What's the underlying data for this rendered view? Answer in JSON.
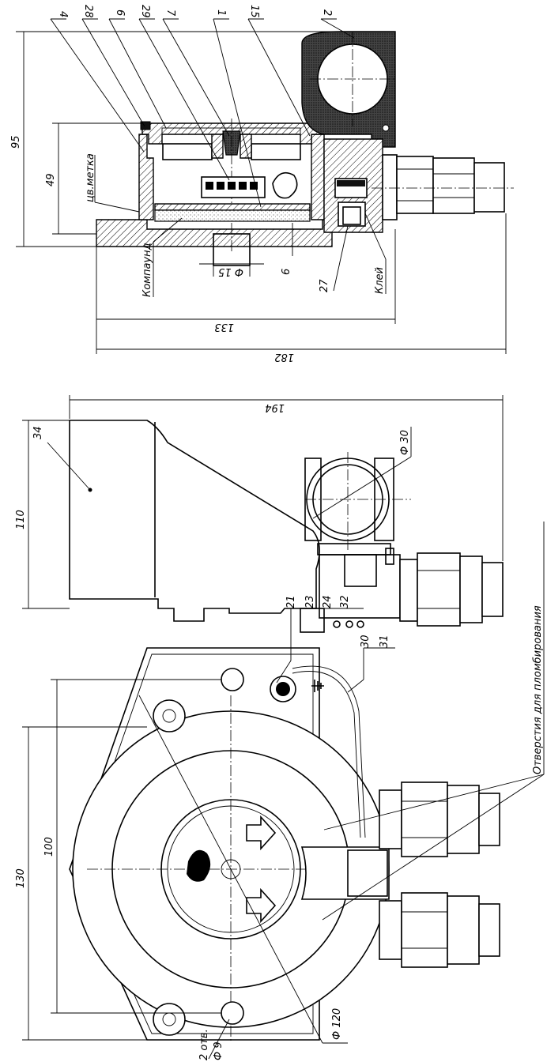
{
  "colors": {
    "ink": "#000000",
    "paper": "#ffffff"
  },
  "view_top": {
    "callouts": [
      "4",
      "28",
      "6",
      "29",
      "7",
      "1",
      "15",
      "2"
    ],
    "callout_27": "27",
    "label_tsvmetka": "цв.метка",
    "label_kompaund": "Компаунд",
    "label_klei": "Клей",
    "dim_95": "95",
    "dim_49": "49",
    "dim_d15": "Ф 15",
    "dim_6": "6",
    "dim_133": "133",
    "dim_182": "182"
  },
  "view_middle": {
    "callout_34": "34",
    "dim_194": "194",
    "dim_110": "110",
    "dim_d30": "Ф 30"
  },
  "view_bottom": {
    "callouts_row1": [
      "21",
      "23",
      "24",
      "32"
    ],
    "callouts_row2": [
      "30",
      "31"
    ],
    "label_sealing": "Отверстия для пломбирования",
    "dim_130": "130",
    "dim_100": "100",
    "dim_2otv": "2 отв.",
    "dim_d9": "Ф 9",
    "dim_d120": "Ф 120"
  }
}
